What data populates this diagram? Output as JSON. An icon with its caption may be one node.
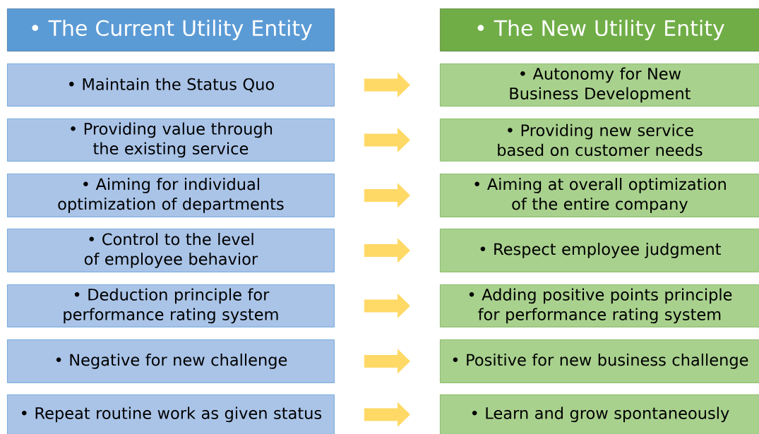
{
  "diagram": {
    "nodes": [
      {
        "text": [
          "• The Current Utility Entity"
        ]
      },
      {
        "text": [
          "• The New Utility Entity"
        ]
      },
      {
        "text": [
          "• Maintain the Status Quo"
        ]
      },
      {
        "text": [
          "• Autonomy for New Business Development"
        ]
      },
      {
        "text": [
          "• Providing value through the existing service"
        ]
      },
      {
        "text": [
          "• Providing new service based on customer needs"
        ]
      },
      {
        "text": [
          "• Aiming for individual optimization of departments"
        ]
      },
      {
        "text": [
          "• Aiming at overall optimization of the entire company"
        ]
      },
      {
        "text": [
          "• Control to the level of employee behavior"
        ]
      },
      {
        "text": [
          "• Respect employee judgment"
        ]
      },
      {
        "text": [
          "• Deduction principle for performance rating system"
        ]
      },
      {
        "text": [
          "• Adding positive points principle for performance rating system"
        ]
      },
      {
        "text": [
          "• Negative for new challenge"
        ]
      },
      {
        "text": [
          "• Positive for new business challenge"
        ]
      },
      {
        "text": [
          "• Repeat routine work as given status"
        ]
      },
      {
        "text": [
          "• Learn and grow spontaneously"
        ]
      }
    ],
    "edges": [
      {
        "from": 2,
        "to": 3,
        "arrow": "to"
      },
      {
        "from": 4,
        "to": 5,
        "arrow": "to"
      },
      {
        "from": 6,
        "to": 7,
        "arrow": "to"
      },
      {
        "from": 8,
        "to": 9,
        "arrow": "to"
      },
      {
        "from": 10,
        "to": 11,
        "arrow": "to"
      },
      {
        "from": 12,
        "to": 13,
        "arrow": "to"
      },
      {
        "from": 14,
        "to": 15,
        "arrow": "to"
      }
    ]
  }
}
